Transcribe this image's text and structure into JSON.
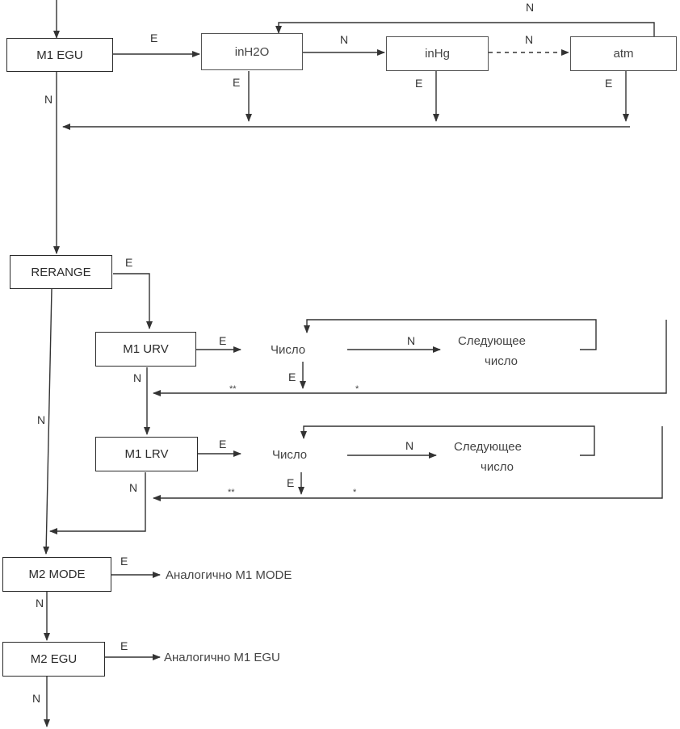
{
  "boxes": {
    "m1_egu": "M1 EGU",
    "inh2o": "inH2O",
    "inhg": "inHg",
    "atm": "atm",
    "rerange": "RERANGE",
    "m1_urv": "M1 URV",
    "m1_lrv": "M1 LRV",
    "m2_mode": "M2 MODE",
    "m2_egu": "M2 EGU"
  },
  "texts": {
    "number_urv": "Число",
    "next_number_urv_1": "Следующее",
    "next_number_urv_2": "число",
    "number_lrv": "Число",
    "next_number_lrv_1": "Следующее",
    "next_number_lrv_2": "число",
    "similar_m1_mode": "Аналогично M1 MODE",
    "similar_m1_egu": "Аналогично M1 EGU"
  },
  "labels": {
    "e": "E",
    "n": "N",
    "double_star": "**",
    "star": "*"
  }
}
